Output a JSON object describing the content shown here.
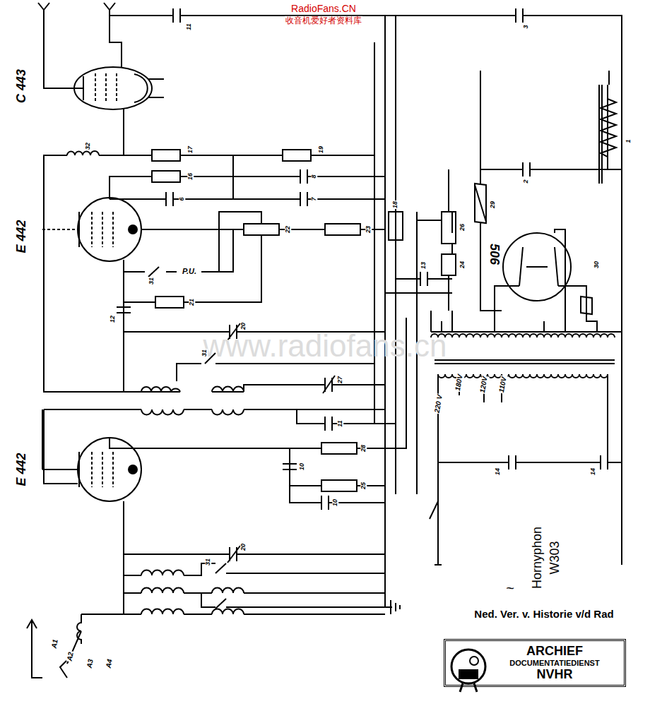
{
  "diagram": {
    "nodes": [
      {
        "text": [
          "ARCHIEF",
          "DOCUMENTATIEDIENST",
          "NVHR"
        ]
      }
    ],
    "labels": [
      "RadioFans.CN",
      "收音机爱好者资料库",
      "C 443",
      "E 442",
      "E 442",
      "506",
      "www.radiofans.cn",
      "P.U.",
      "220 V",
      "180V",
      "120V",
      "110V",
      "~",
      "Hornyphon",
      "W303",
      "Ned. Ver. v. Historie v/d Rad",
      "A1",
      "A2",
      "A3",
      "A4",
      "11",
      "32",
      "17",
      "19",
      "16",
      "8",
      "6",
      "7",
      "22",
      "23",
      "18",
      "26",
      "29",
      "24",
      "13",
      "31",
      "21",
      "12",
      "20",
      "31",
      "27",
      "11",
      "28",
      "10",
      "25",
      "10",
      "20",
      "31",
      "30",
      "1",
      "14",
      "14",
      "2",
      "3"
    ]
  }
}
